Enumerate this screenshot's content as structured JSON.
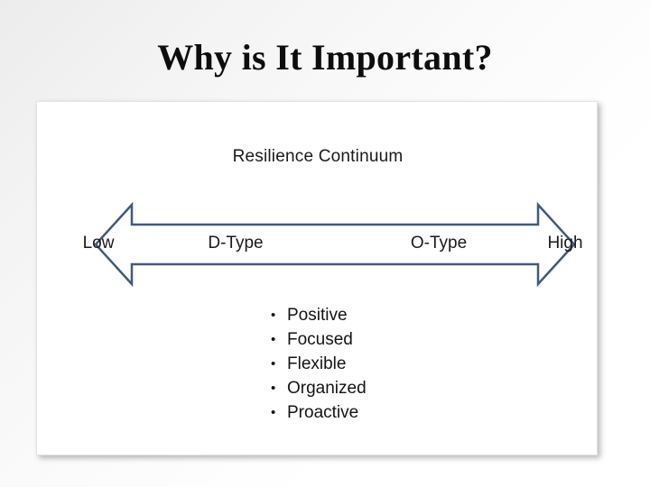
{
  "slide": {
    "title": "Why is It Important?"
  },
  "diagram": {
    "heading": "Resilience Continuum",
    "scale": {
      "low_label": "Low",
      "high_label": "High"
    },
    "types": {
      "left_label": "D-Type",
      "right_label": "O-Type"
    },
    "arrow": {
      "style": "double-headed-block-arrow",
      "stroke_color": "#41597d",
      "fill_color": "#ffffff",
      "stroke_width": 2.5
    },
    "traits": [
      {
        "bullet": "•",
        "label": "Positive"
      },
      {
        "bullet": "•",
        "label": "Focused"
      },
      {
        "bullet": "•",
        "label": "Flexible"
      },
      {
        "bullet": "•",
        "label": "Organized"
      },
      {
        "bullet": "•",
        "label": "Proactive"
      }
    ]
  },
  "theme": {
    "background_start": "#ececec",
    "background_end": "#ffffff",
    "panel_background": "#ffffff",
    "text_color": "#1a1a1a",
    "accent_color": "#41597d"
  }
}
